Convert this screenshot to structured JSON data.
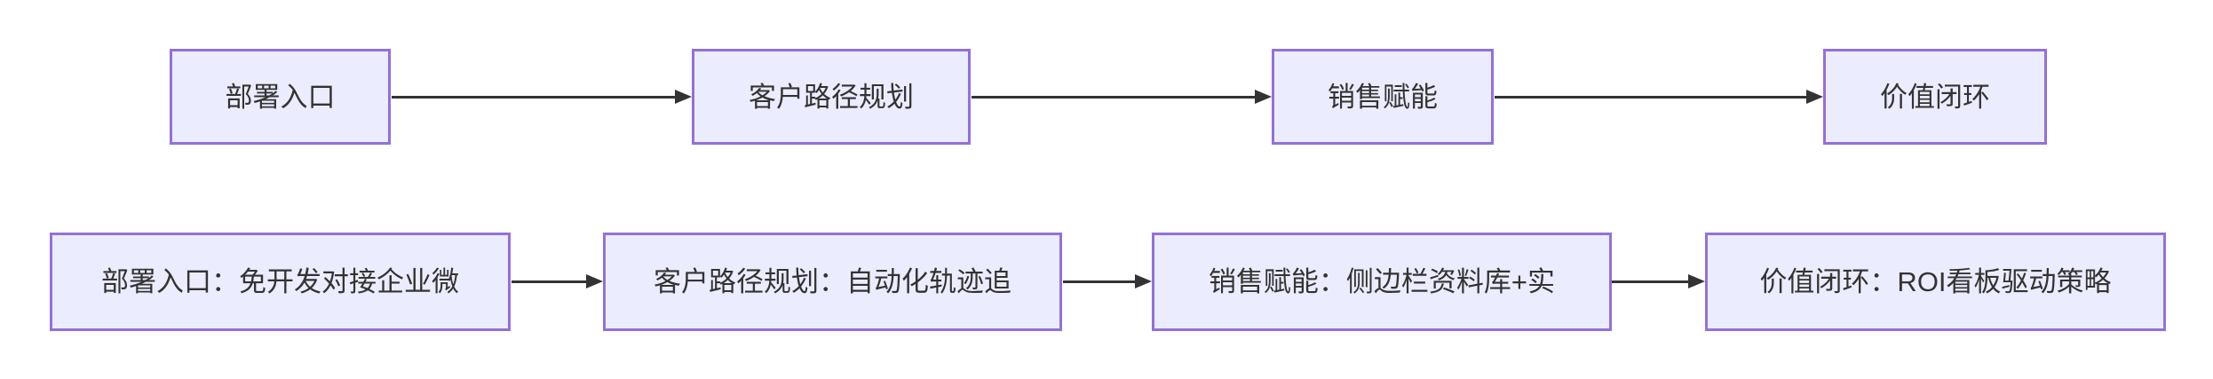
{
  "diagram": {
    "kind": "flowchart-left-to-right",
    "colors": {
      "node_fill": "#ECECFF",
      "node_border": "#9370DB",
      "arrow": "#333333",
      "text": "#333333",
      "background": "#ffffff"
    },
    "rows": [
      {
        "name": "stage-flow",
        "nodes": [
          {
            "label": "部署入口"
          },
          {
            "label": "客户路径规划"
          },
          {
            "label": "销售赋能"
          },
          {
            "label": "价值闭环"
          }
        ]
      },
      {
        "name": "detail-flow",
        "nodes": [
          {
            "label": "部署入口：免开发对接企业微"
          },
          {
            "label": "客户路径规划：自动化轨迹追"
          },
          {
            "label": "销售赋能：侧边栏资料库+实"
          },
          {
            "label": "价值闭环：ROI看板驱动策略"
          }
        ]
      }
    ]
  }
}
